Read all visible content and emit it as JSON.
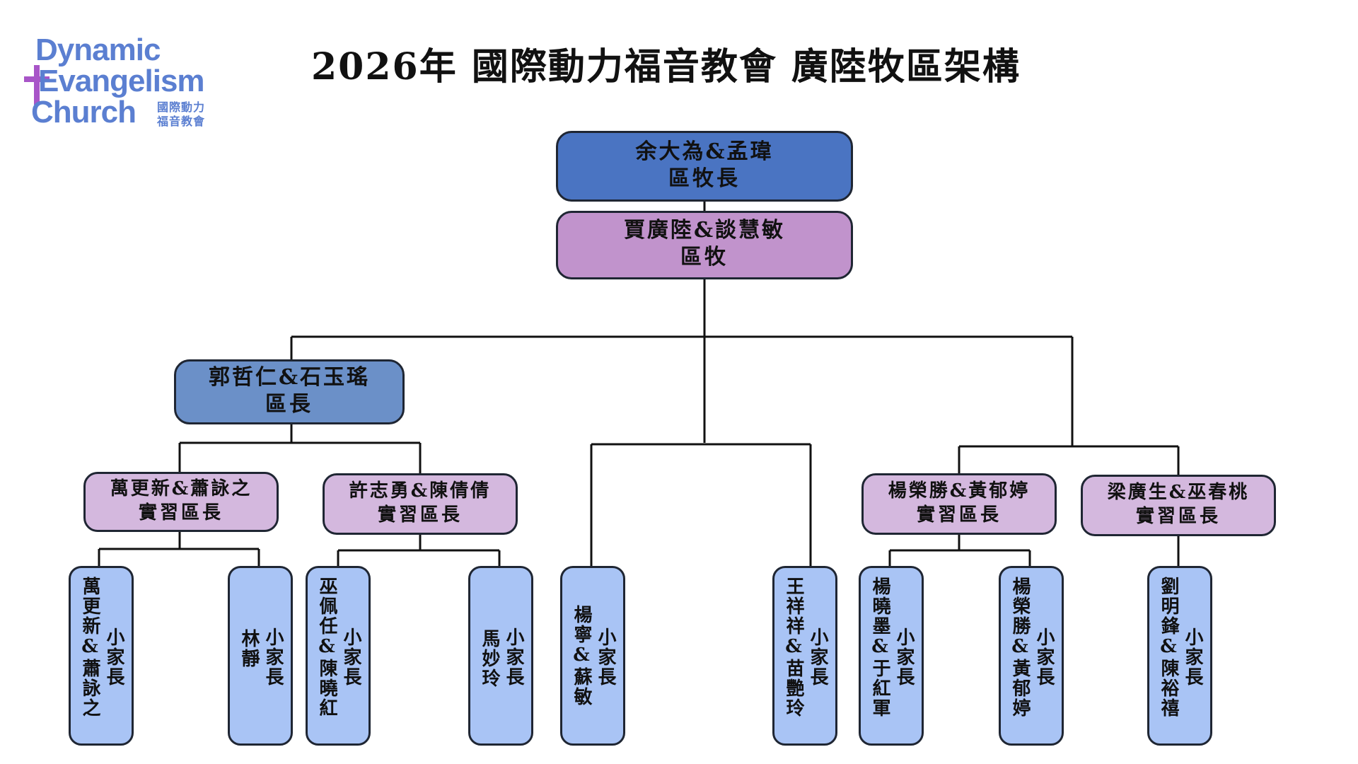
{
  "logo": {
    "line1": "Dynamic",
    "line2": "Evangelism",
    "line3": "Church",
    "zh_line1": "國際動力",
    "zh_line2": "福音教會"
  },
  "title": "2026年 國際動力福音教會 廣陸牧區架構",
  "top": {
    "name": "余大為&孟瑋",
    "role": "區牧長"
  },
  "zone": {
    "name": "賈廣陸&談慧敏",
    "role": "區牧"
  },
  "area": {
    "name": "郭哲仁&石玉瑤",
    "role": "區長"
  },
  "trainees": [
    {
      "name": "萬更新&蕭詠之",
      "role": "實習區長"
    },
    {
      "name": "許志勇&陳倩倩",
      "role": "實習區長"
    },
    {
      "name": "楊榮勝&黃郁婷",
      "role": "實習區長"
    },
    {
      "name": "梁廣生&巫春桃",
      "role": "實習區長"
    }
  ],
  "leaders": [
    {
      "name": "萬更新&蕭詠之",
      "role": "小家長"
    },
    {
      "name": "林靜",
      "role": "小家長"
    },
    {
      "name": "巫佩任&陳曉紅",
      "role": "小家長"
    },
    {
      "name": "馬妙玲",
      "role": "小家長"
    },
    {
      "name": "楊寧&蘇敏",
      "role": "小家長"
    },
    {
      "name": "王祥祥&苗艷玲",
      "role": "小家長"
    },
    {
      "name": "楊曉墨&于紅軍",
      "role": "小家長"
    },
    {
      "name": "楊榮勝&黃郁婷",
      "role": "小家長"
    },
    {
      "name": "劉明鋒&陳裕禧",
      "role": "小家長"
    }
  ],
  "colors": {
    "top": "#4a74c2",
    "zone": "#c193cc",
    "area": "#6b90c8",
    "trainee": "#d4b8de",
    "leader": "#a9c4f5",
    "logo": "#5b7fd1",
    "cross": "#a855c8"
  }
}
